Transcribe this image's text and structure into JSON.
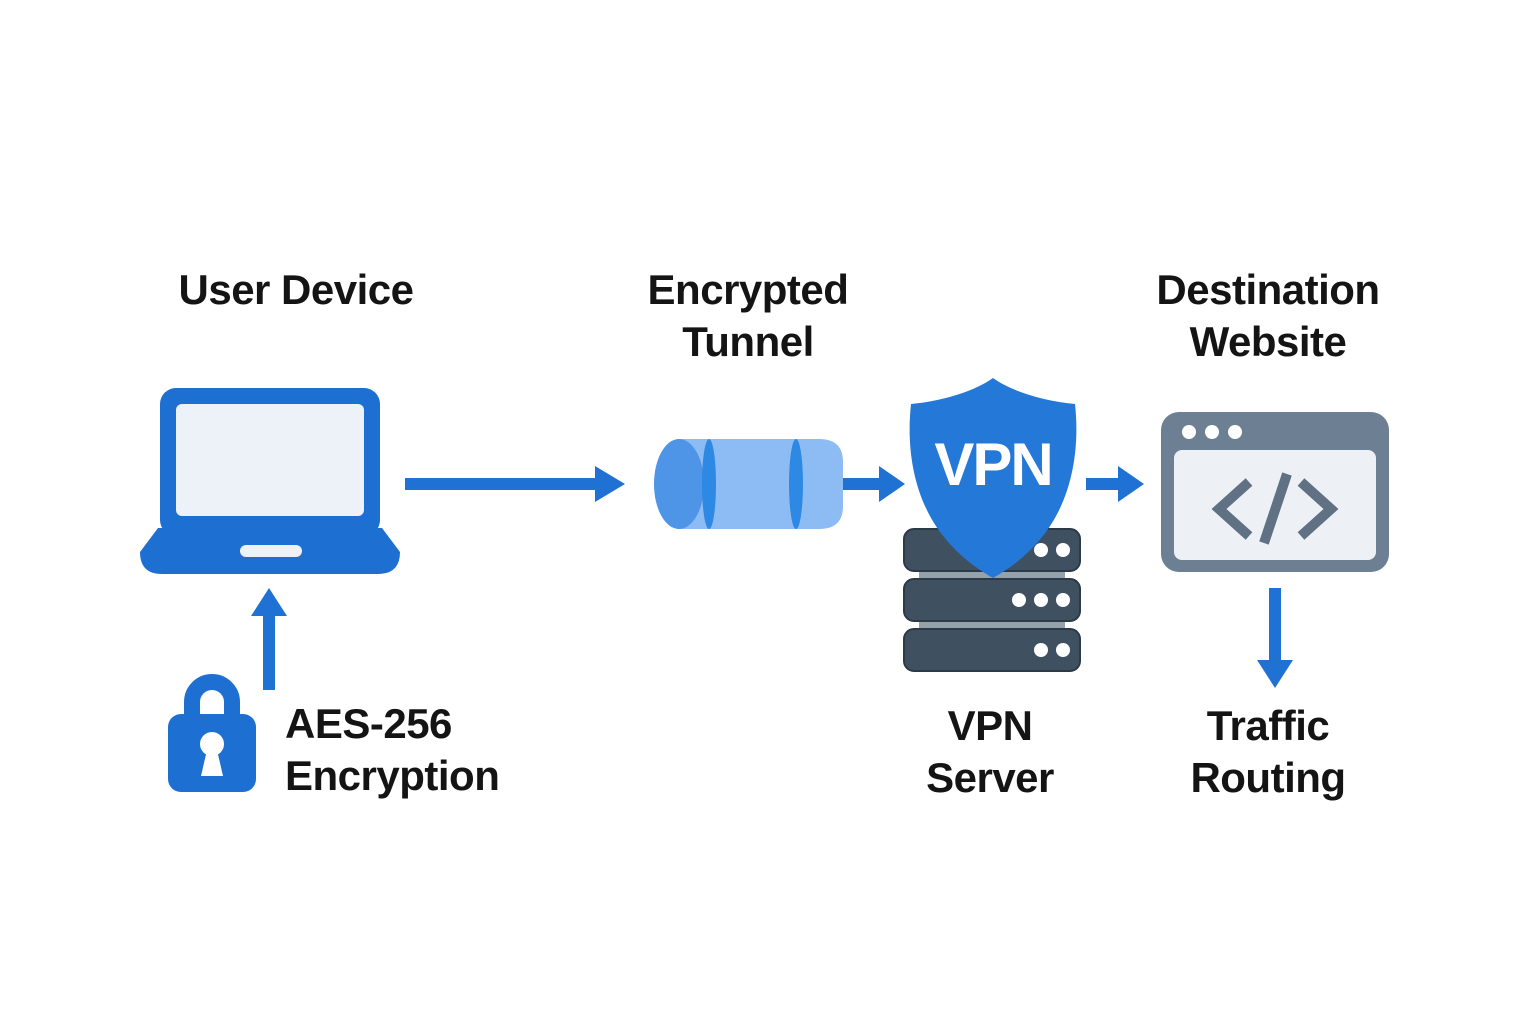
{
  "diagram": {
    "title": "VPN data flow diagram",
    "type": "flow",
    "nodes": [
      {
        "id": "user_device",
        "label": "User Device",
        "icon": "laptop-icon"
      },
      {
        "id": "encrypted_tunnel",
        "label": "Encrypted Tunnel",
        "icon": "tunnel-icon"
      },
      {
        "id": "vpn_server",
        "label": "VPN Server",
        "icon": "shield-icon + server-icon",
        "badge": "VPN"
      },
      {
        "id": "destination_website",
        "label": "Destination Website",
        "icon": "browser-code-icon"
      },
      {
        "id": "aes_encryption",
        "label": "AES-256 Encryption",
        "icon": "lock-icon"
      },
      {
        "id": "traffic_routing",
        "label": "Traffic Routing",
        "icon": "none"
      }
    ],
    "edges": [
      {
        "from": "user_device",
        "to": "encrypted_tunnel",
        "style": "arrow-right"
      },
      {
        "from": "encrypted_tunnel",
        "to": "vpn_server",
        "style": "arrow-right"
      },
      {
        "from": "vpn_server",
        "to": "destination_website",
        "style": "arrow-right"
      },
      {
        "from": "aes_encryption",
        "to": "user_device",
        "style": "arrow-up"
      },
      {
        "from": "destination_website",
        "to": "traffic_routing",
        "style": "arrow-down"
      }
    ]
  },
  "labels": {
    "user_device": "User Device",
    "encrypted_tunnel_line1": "Encrypted",
    "encrypted_tunnel_line2": "Tunnel",
    "shield_badge": "VPN",
    "vpn_server_line1": "VPN",
    "vpn_server_line2": "Server",
    "destination_website_line1": "Destination",
    "destination_website_line2": "Website",
    "aes_line1": "AES-256",
    "aes_line2": "Encryption",
    "traffic_routing_line1": "Traffic",
    "traffic_routing_line2": "Routing"
  },
  "colors": {
    "primary_blue": "#1e6fd2",
    "arrow_blue": "#1f72d4",
    "shield_blue": "#2478d8",
    "tunnel_body": "#8dbbf4",
    "tunnel_cap": "#4e95e8",
    "tunnel_band": "#2e89e4",
    "server_dark": "#3f5160",
    "server_border": "#2c3947",
    "server_connector": "#95a1ab",
    "browser_frame": "#6d7f93",
    "browser_content": "#edf1f6",
    "code_glyph": "#5f7183",
    "screen_white": "#edf2f8",
    "text": "#141414",
    "white": "#ffffff",
    "bg": "#ffffff"
  }
}
